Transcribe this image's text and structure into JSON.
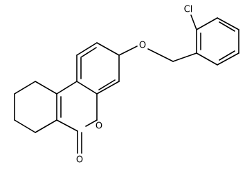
{
  "structure": {
    "atoms": {
      "chlorine": "Cl",
      "ether_oxygen": "O",
      "ring_oxygen": "O",
      "carbonyl_oxygen": "O"
    },
    "colors": {
      "bond": "#000000",
      "background": "#ffffff"
    }
  }
}
